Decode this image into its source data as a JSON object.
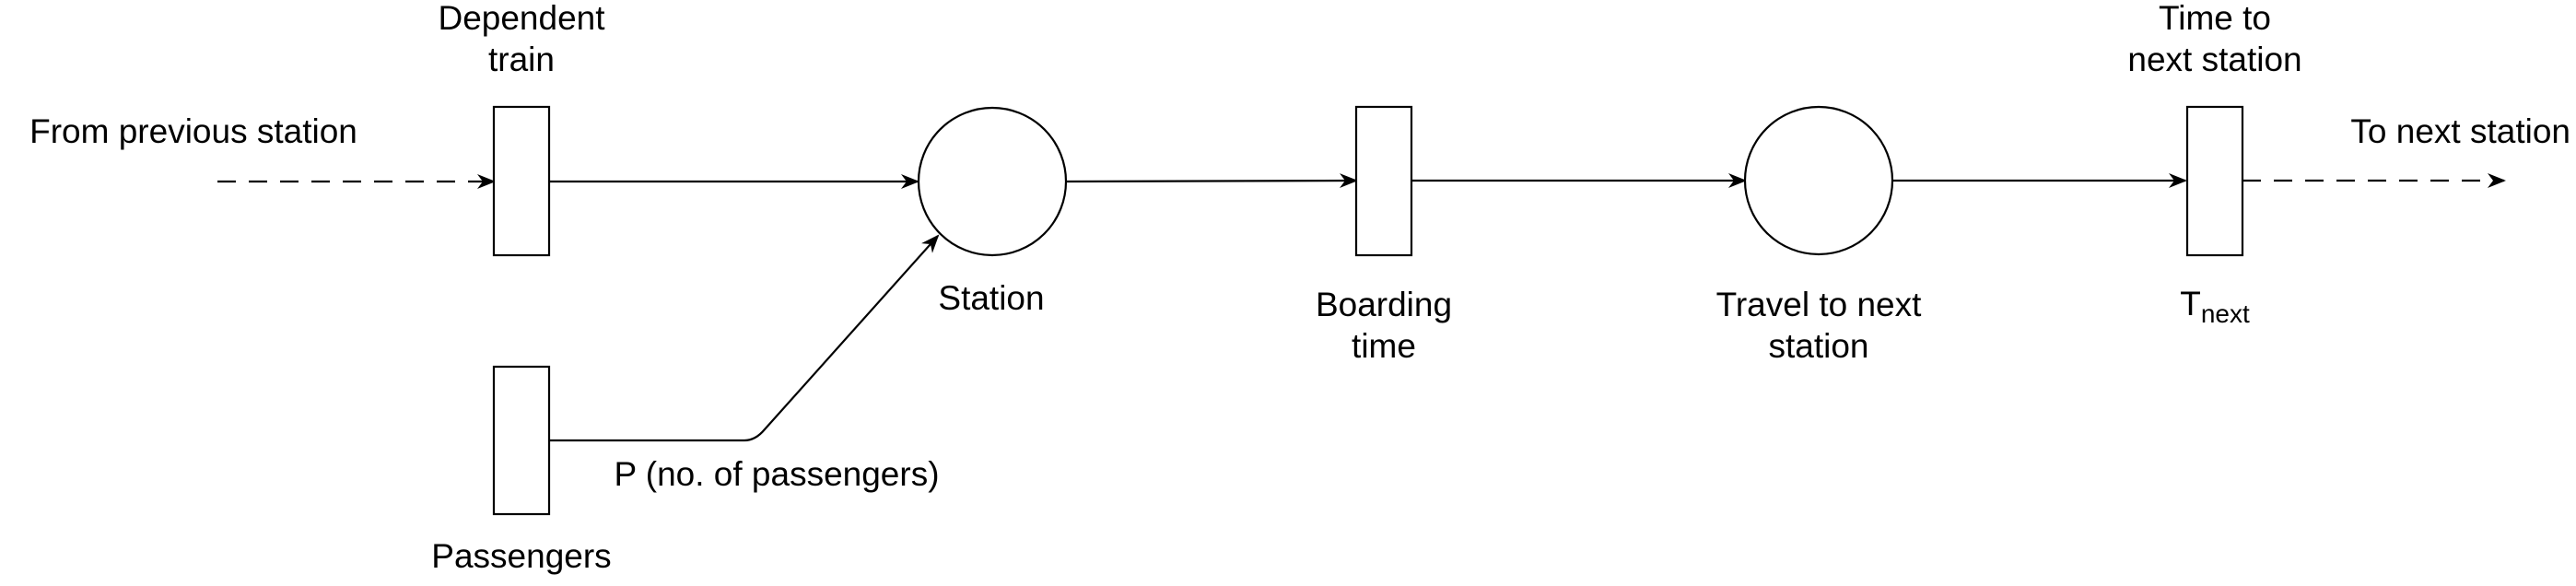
{
  "diagram": {
    "labels": {
      "from_previous_station": "From previous station",
      "dependent_train_line1": "Dependent",
      "dependent_train_line2": "train",
      "station": "Station",
      "boarding_time_line1": "Boarding",
      "boarding_time_line2": "time",
      "travel_line1": "Travel to next",
      "travel_line2": "station",
      "time_to_next_line1": "Time to",
      "time_to_next_line2": "next station",
      "t_next_base": "T",
      "t_next_sub": "next",
      "to_next_station": "To next station",
      "passengers": "Passengers",
      "passenger_arc": "P (no. of passengers)"
    },
    "colors": {
      "stroke": "#000000",
      "fill": "#ffffff",
      "background": "#ffffff"
    }
  }
}
